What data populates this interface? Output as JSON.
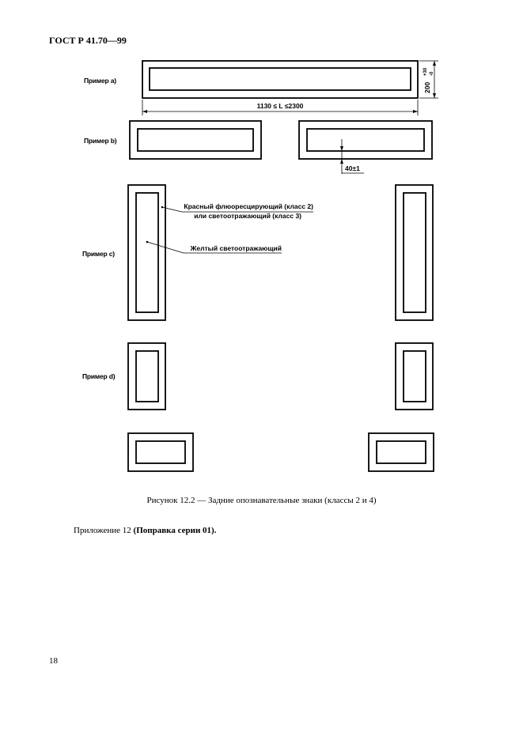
{
  "header": "ГОСТ Р 41.70—99",
  "examples": {
    "a": "Пример a)",
    "b": "Пример b)",
    "c": "Пример c)",
    "d": "Пример d)"
  },
  "dimensions": {
    "length": "1130 ≤ L ≤2300",
    "height": "200",
    "height_tol_upper": "+30",
    "height_tol_lower": "-0",
    "border": "40±1"
  },
  "callouts": {
    "red_line1": "Красный флюоресцирующий (класс 2)",
    "red_line2": "или светоотражающий (класс 3)",
    "yellow": "Желтый светоотражающий"
  },
  "caption": "Рисунок 12.2 — Задние опознавательные знаки (классы 2 и 4)",
  "note": {
    "text": "Приложение 12 ",
    "bold": "(Поправка серии 01)."
  },
  "page_number": "18"
}
